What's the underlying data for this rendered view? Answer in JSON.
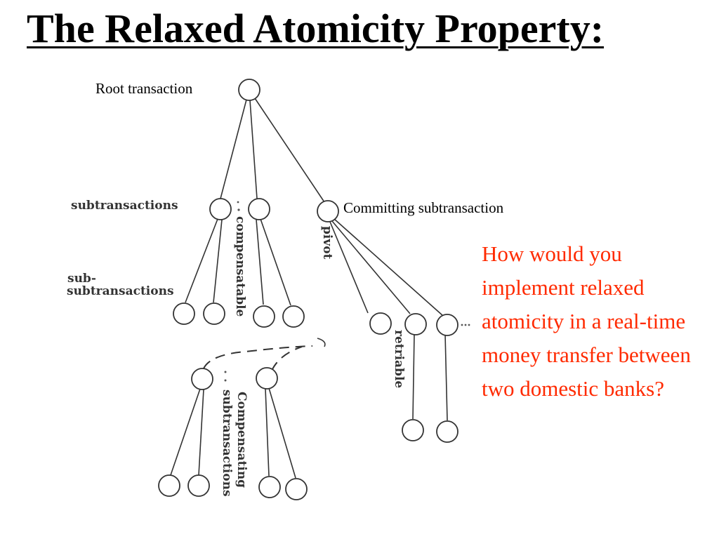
{
  "slide": {
    "title": "The Relaxed Atomicity Property:",
    "question": "How would you implement relaxed atomicity in a real-time money transfer between two domestic banks?"
  },
  "diagram": {
    "labels": {
      "root": "Root transaction",
      "committing": "Committing subtransaction",
      "subtransactions": "subtransactions",
      "sub_prefix": "sub-",
      "sub_subtransactions": "subtransactions",
      "compensatable": "compensatable",
      "pivot": "pivot",
      "retriable": "retriable",
      "compensating_1": "Compensating",
      "compensating_2": "subtransactions"
    }
  }
}
